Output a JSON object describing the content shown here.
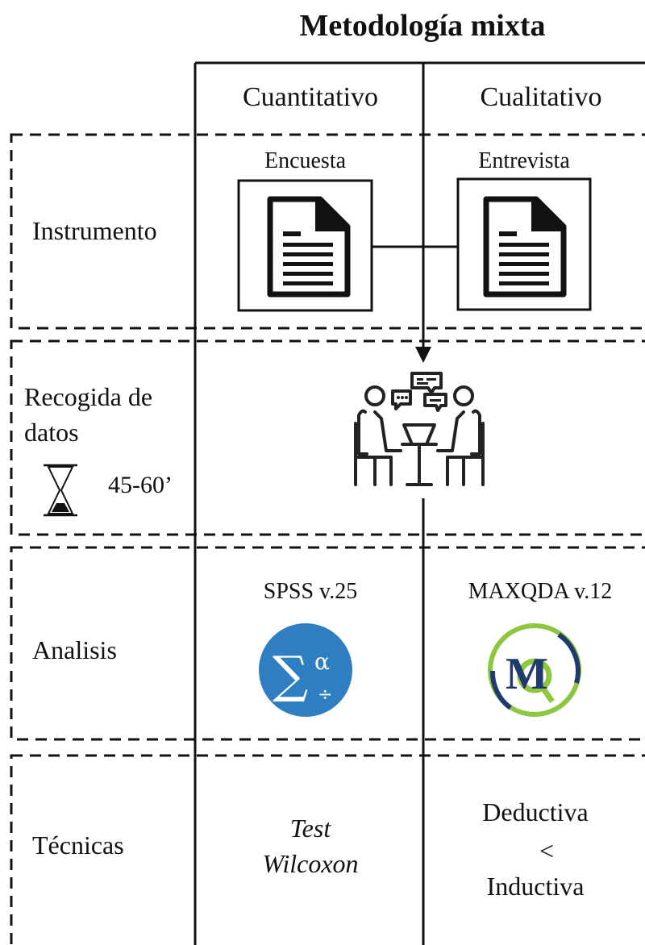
{
  "title": "Metodología mixta",
  "columns": {
    "quantitative": "Cuantitativo",
    "qualitative": "Cualitativo"
  },
  "rows": {
    "instrumento": "Instrumento",
    "recogida_line1": "Recogida de",
    "recogida_line2": "datos",
    "duration": "45-60’",
    "analisis": "Analisis",
    "tecnicas": "Técnicas"
  },
  "instruments": {
    "quantitative": "Encuesta",
    "qualitative": "Entrevista"
  },
  "analysis": {
    "quantitative": "SPSS v.25",
    "qualitative": "MAXQDA v.12",
    "spss_logo_text": "∑α÷",
    "maxqda_logo_text": "MQ"
  },
  "techniques": {
    "quantitative_line1": "Test",
    "quantitative_line2": "Wilcoxon",
    "qualitative_line1": "Deductiva",
    "qualitative_symbol": "<",
    "qualitative_line2": "Inductiva"
  },
  "icons": {
    "document": "document-icon",
    "hourglass": "hourglass-icon",
    "meeting": "meeting-interview-icon",
    "spss": "spss-logo",
    "maxqda": "maxqda-logo"
  },
  "colors": {
    "line": "#111111",
    "spss_blue": "#2f7ec1",
    "maxqda_navy": "#1e3a6e",
    "maxqda_green": "#8dc63f"
  }
}
